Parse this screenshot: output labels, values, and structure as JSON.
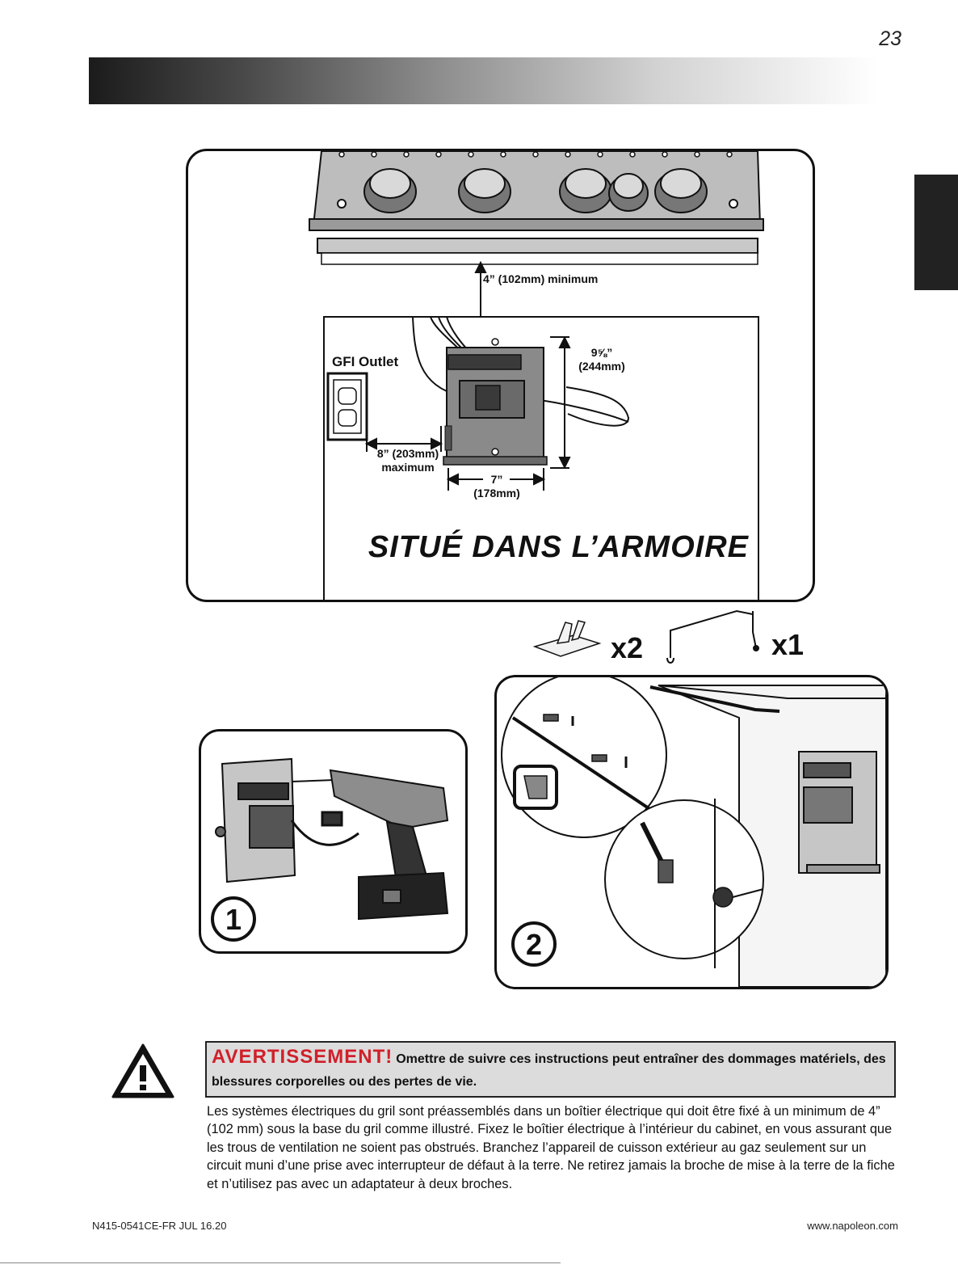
{
  "page": {
    "number": "23"
  },
  "diagram": {
    "labels": {
      "clearance": "4” (102mm) minimum",
      "height_1": "9⅝”",
      "height_2": "(244mm)",
      "outlet": "GFI Outlet",
      "distance_1": "8” (203mm)",
      "distance_2": "maximum",
      "width_1": "7”",
      "width_2": "(178mm)",
      "location": "SITUÉ DANS L’ARMOIRE"
    },
    "parts": {
      "clip_qty": "x2",
      "probe_qty": "x1"
    },
    "steps": {
      "step1": "1",
      "step2": "2"
    }
  },
  "warning": {
    "title": "AVERTISSEMENT!",
    "text": "Omettre de suivre ces instructions peut entraîner des dommages matériels, des blessures corporelles ou des pertes de vie."
  },
  "body_text": "Les systèmes électriques du gril sont préassemblés dans un boîtier électrique qui doit être fixé à un minimum de 4” (102 mm) sous la base du gril comme illustré. Fixez le boîtier électrique à l’intérieur du cabinet, en vous assurant que les trous de ventilation ne soient pas obstrués. Branchez l’appareil de cuisson extérieur au gaz seulement sur un circuit muni d’une prise avec interrupteur de défaut à la terre.  Ne retirez jamais la broche de mise à la terre de la fiche et n’utilisez pas avec un adaptateur à deux broches.",
  "footer": {
    "doc_code": "N415-0541CE-FR JUL 16.20",
    "website": "www.napoleon.com"
  }
}
